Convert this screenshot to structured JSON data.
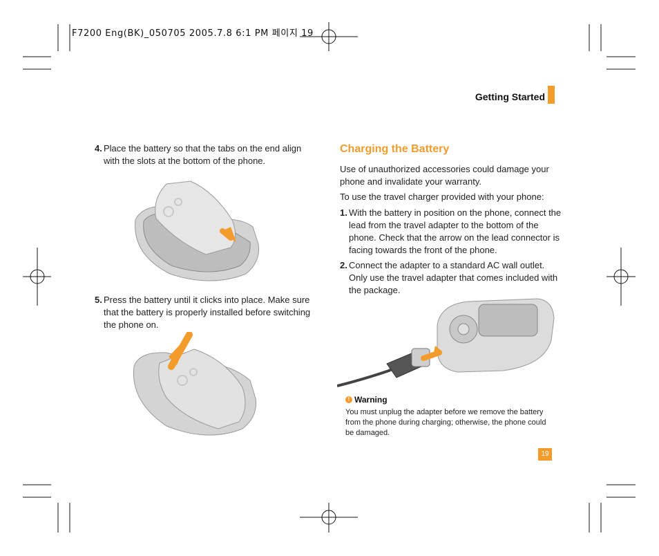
{
  "print_header": "F7200 Eng(BK)_050705 2005.7.8 6:1 PM 페이지 19",
  "section_title": "Getting Started",
  "left_column": {
    "step4": {
      "number": "4.",
      "text": "Place the battery so that the tabs on the end align with the slots at the bottom of the phone."
    },
    "step5": {
      "number": "5.",
      "text": "Press the battery until it clicks into place. Make sure that the battery is properly installed before switching the phone on."
    }
  },
  "right_column": {
    "heading": "Charging the Battery",
    "intro1": "Use of unauthorized accessories could damage your phone and invalidate your warranty.",
    "intro2": "To use the travel charger provided with your phone:",
    "step1": {
      "number": "1.",
      "text": "With the battery in position on the phone, connect the lead from the travel adapter to the bottom of the phone. Check that the arrow on the lead connector is facing towards the front of the phone."
    },
    "step2": {
      "number": "2.",
      "text": "Connect the adapter to a standard AC wall outlet. Only use the travel adapter that comes included with the package."
    },
    "warning": {
      "icon": "warning-icon",
      "title": "Warning",
      "text": "You must unplug the adapter before we remove the battery from the phone during charging; otherwise, the phone could be damaged."
    }
  },
  "page_number": "19",
  "colors": {
    "accent": "#f39c2c",
    "text": "#222222"
  }
}
